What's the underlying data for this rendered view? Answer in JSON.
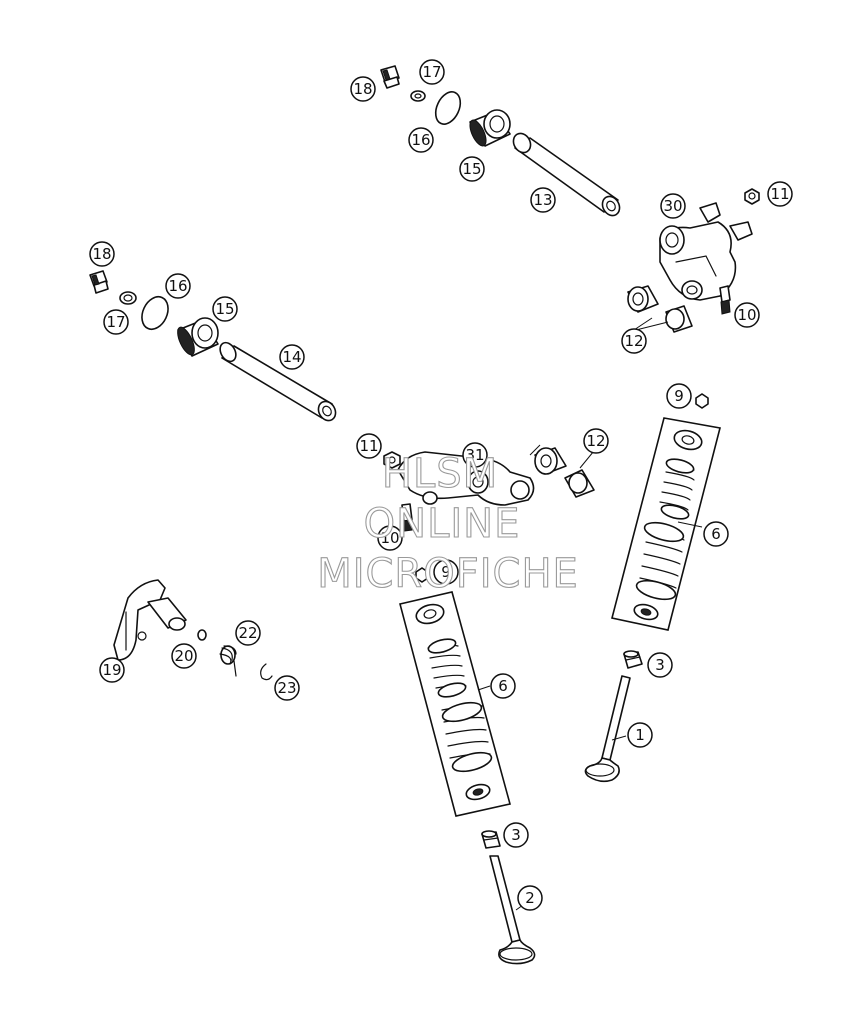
{
  "watermark": {
    "line1": "HLSM",
    "line2": "ONLINE",
    "line3": "MICROFICHE",
    "stroke_color": "#9a9a9a"
  },
  "callouts": [
    {
      "id": "c18a",
      "label": "18"
    },
    {
      "id": "c17a",
      "label": "17"
    },
    {
      "id": "c16a",
      "label": "16"
    },
    {
      "id": "c15a",
      "label": "15"
    },
    {
      "id": "c13",
      "label": "13"
    },
    {
      "id": "c30",
      "label": "30"
    },
    {
      "id": "c11a",
      "label": "11"
    },
    {
      "id": "c10a",
      "label": "10"
    },
    {
      "id": "c12a",
      "label": "12"
    },
    {
      "id": "c18b",
      "label": "18"
    },
    {
      "id": "c16b",
      "label": "16"
    },
    {
      "id": "c15b",
      "label": "15"
    },
    {
      "id": "c17b",
      "label": "17"
    },
    {
      "id": "c14",
      "label": "14"
    },
    {
      "id": "c9a",
      "label": "9"
    },
    {
      "id": "c11b",
      "label": "11"
    },
    {
      "id": "c31",
      "label": "31"
    },
    {
      "id": "c12b",
      "label": "12"
    },
    {
      "id": "c6a",
      "label": "6"
    },
    {
      "id": "c10b",
      "label": "10"
    },
    {
      "id": "c9b",
      "label": "9"
    },
    {
      "id": "c19",
      "label": "19"
    },
    {
      "id": "c20",
      "label": "20"
    },
    {
      "id": "c22",
      "label": "22"
    },
    {
      "id": "c23",
      "label": "23"
    },
    {
      "id": "c6b",
      "label": "6"
    },
    {
      "id": "c3a",
      "label": "3"
    },
    {
      "id": "c1",
      "label": "1"
    },
    {
      "id": "c3b",
      "label": "3"
    },
    {
      "id": "c2",
      "label": "2"
    }
  ]
}
